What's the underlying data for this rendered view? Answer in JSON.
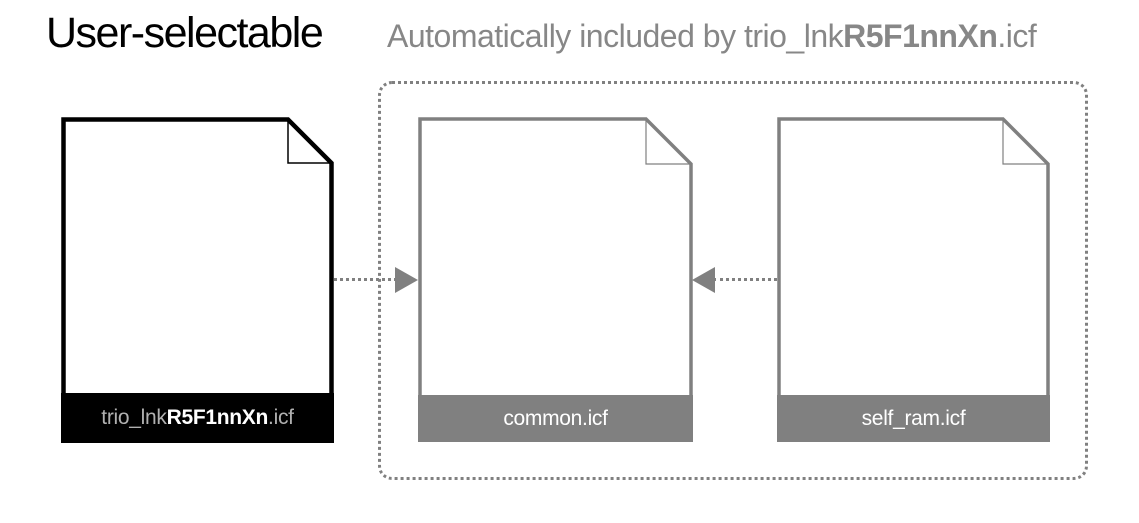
{
  "diagram": {
    "left_heading": "User-selectable",
    "right_heading": {
      "prefix": "Automatically included by trio_lnk",
      "bold": "R5F1nnXn",
      "suffix": ".icf"
    }
  },
  "files": {
    "user": {
      "label_prefix": "trio_lnk",
      "label_bold": "R5F1nnXn",
      "label_suffix": ".icf"
    },
    "common": {
      "label": "common.icf"
    },
    "self_ram": {
      "label": "self_ram.icf"
    }
  },
  "colors": {
    "primary": "#000000",
    "gray": "#808080",
    "heading_gray": "#878787",
    "muted_label": "#b0b0b0",
    "white_label": "#ffffff"
  }
}
